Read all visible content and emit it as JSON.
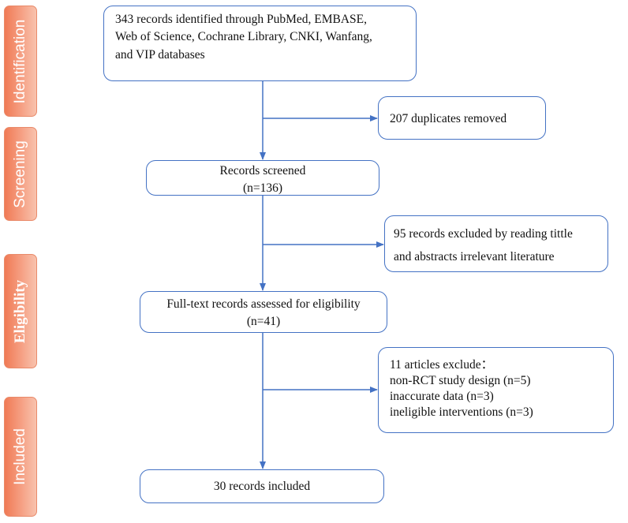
{
  "phases": {
    "identification": "Identification",
    "screening": "Screening",
    "eligibility": "Eligibility",
    "included": "Included"
  },
  "boxes": {
    "identified": {
      "lines": [
        "343 records identified through PubMed, EMBASE,",
        "Web of Science, Cochrane Library, CNKI, Wanfang,",
        "and VIP databases"
      ]
    },
    "duplicates": {
      "lines": [
        "207 duplicates removed"
      ]
    },
    "screened": {
      "lines": [
        "Records screened",
        "(n=136)"
      ]
    },
    "excluded_title": {
      "lines": [
        "95 records excluded by reading tittle",
        "and abstracts irrelevant literature"
      ]
    },
    "fulltext": {
      "lines": [
        "Full-text  records assessed for eligibility",
        "(n=41)"
      ]
    },
    "excluded_articles": {
      "lines": [
        "11 articles exclude：",
        "non-RCT study design (n=5)",
        "inaccurate data (n=3)",
        "ineligible interventions (n=3)"
      ]
    },
    "included": {
      "lines": [
        "30 records included"
      ]
    }
  },
  "colors": {
    "box_border": "#4472c4",
    "arrow": "#4472c4",
    "phase_fill": "#f07a55",
    "phase_text": "#ffffff"
  }
}
